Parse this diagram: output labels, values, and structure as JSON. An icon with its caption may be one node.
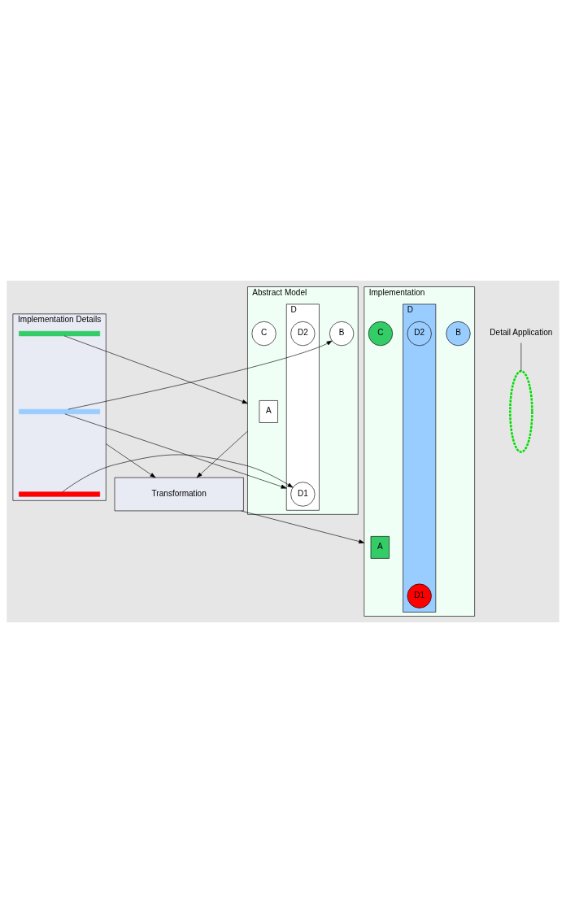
{
  "diagram": {
    "nodes": [
      {
        "text": [
          "Implementation Details"
        ]
      },
      {
        "text": [],
        "shape": "bar",
        "in": 0
      },
      {
        "text": [],
        "shape": "bar",
        "in": 0
      },
      {
        "text": [],
        "shape": "bar",
        "in": 0
      },
      {
        "text": [
          "Abstract Model"
        ]
      },
      {
        "text": [
          "B"
        ],
        "in": 4
      },
      {
        "text": [
          "A"
        ],
        "in": 4
      },
      {
        "text": [
          "C"
        ],
        "in": 4
      },
      {
        "text": [
          "D"
        ],
        "in": 4
      },
      {
        "text": [
          "D2"
        ],
        "in": 8
      },
      {
        "text": [
          "D1"
        ],
        "in": 8
      },
      {
        "text": [
          "Detail Application"
        ]
      },
      {
        "text": [],
        "shape": "ellipse"
      },
      {
        "text": [
          "Transformation"
        ]
      },
      {
        "text": [
          "Implementation"
        ]
      },
      {
        "text": [
          "B"
        ],
        "in": 14
      },
      {
        "text": [
          "A"
        ],
        "in": 14
      },
      {
        "text": [
          "C"
        ],
        "in": 14
      },
      {
        "text": [
          "D"
        ],
        "in": 14
      },
      {
        "text": [
          "D2"
        ],
        "in": 18
      },
      {
        "text": [
          "D1"
        ],
        "in": 18
      }
    ],
    "edges": [
      {
        "from": 1,
        "to": 4,
        "arrow": "to"
      },
      {
        "from": 2,
        "to": 5,
        "arrow": "to"
      },
      {
        "from": 2,
        "to": 8,
        "arrow": "to"
      },
      {
        "from": 3,
        "to": 10,
        "arrow": "to"
      },
      {
        "from": 11,
        "to": 12,
        "arrow": "none"
      },
      {
        "from": 0,
        "to": 13,
        "arrow": "to"
      },
      {
        "from": 4,
        "to": 13,
        "arrow": "to"
      },
      {
        "from": 13,
        "to": 14,
        "arrow": "to"
      }
    ]
  }
}
